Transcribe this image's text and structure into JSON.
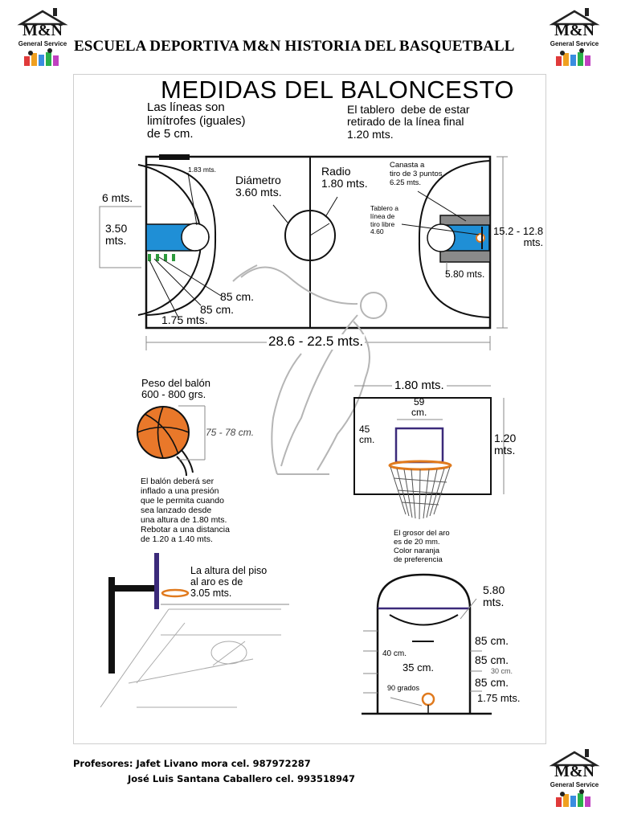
{
  "header": {
    "title": "ESCUELA DEPORTIVA M&N HISTORIA DEL BASQUETBALL",
    "logo_mark": "M&N",
    "logo_sub": "General Service"
  },
  "poster": {
    "title": "MEDIDAS DEL BALONCESTO",
    "lines_note": "Las líneas son\nlimítrofes (iguales)\nde 5 cm.",
    "backboard_note": "El tablero  debe de estar\nretirado de la línea final\n1.20 mts.",
    "diametro": "Diámetro\n3.60 mts.",
    "radio": "Radio\n1.80 mts.",
    "canasta_3": "Canasta a\ntiro de 3 puntos\n6.25 mts.",
    "tablero_libre": "Tablero a\nlínea de\ntiro libre\n4.60",
    "dim_183": "1.83 mts.",
    "dim_6": "6 mts.",
    "dim_350": "3.50\nmts.",
    "dim_85a": "85 cm.",
    "dim_85b": "85 cm.",
    "dim_175": "1.75  mts.",
    "dim_width": "15.2 - 12.8\nmts.",
    "dim_580": "5.80 mts.",
    "dim_length": "28.6 - 22.5 mts.",
    "ball_weight": "Peso del balón\n600 - 800 grs.",
    "ball_size": "75 - 78  cm.",
    "ball_note": "El balón deberá ser\ninflado a una presión\nque le permita cuando\nsea lanzado desde\nuna altura de 1.80 mts.\nRebotar a una distancia\nde 1.20 a 1.40 mts.",
    "board_width": "1.80 mts.",
    "board_59": "59\ncm.",
    "board_45": "45\ncm.",
    "board_120": "1.20\nmts.",
    "aro_note": "El grosor del aro\nes de 20 mm.\nColor naranja\nde preferencia",
    "hoop_height": "La altura del piso\nal aro es de\n3.05 mts.",
    "key_580": "5.80\nmts.",
    "key_85a": "85 cm.",
    "key_85b": "85 cm.",
    "key_30": "30 cm.",
    "key_85c": "85 cm.",
    "key_175": "1.75 mts.",
    "key_40": "40 cm.",
    "key_35": "35 cm.",
    "key_90": "90 grados"
  },
  "footer": {
    "line1": "Profesores:  Jafet Livano mora cel. 987972287",
    "line2": "José Luis Santana Caballero cel. 993518947"
  },
  "colors": {
    "court_blue": "#1f8fd6",
    "rim_orange": "#e07a1e",
    "board_purple": "#3b2a7a",
    "net_gray": "#555555"
  }
}
